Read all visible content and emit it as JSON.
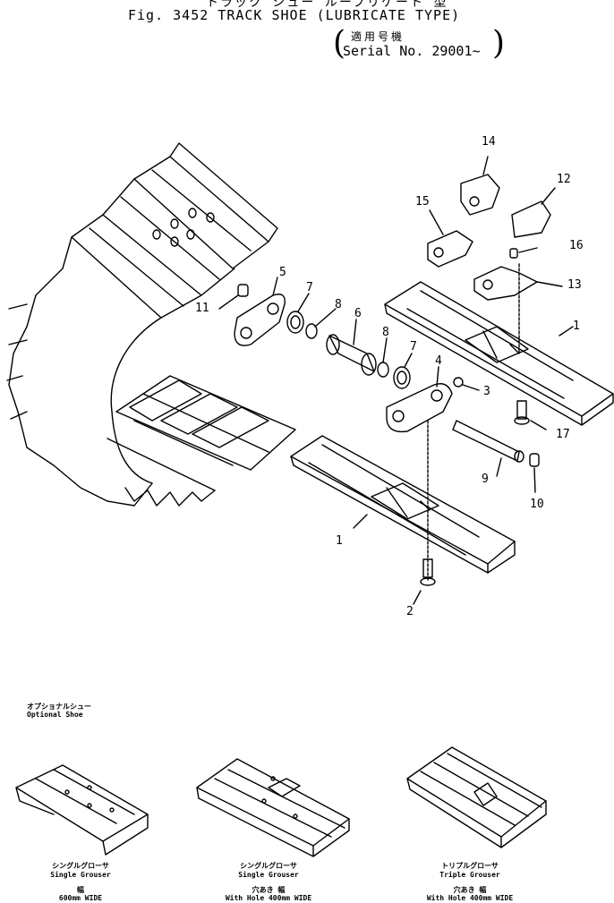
{
  "header": {
    "title_jp": "トラック シュー ルーブリケート 型",
    "title": "Fig. 3452  TRACK SHOE (LUBRICATE TYPE)",
    "serial_jp": "適用号機",
    "serial": "Serial No. 29001~"
  },
  "callouts": [
    {
      "id": "c1a",
      "text": "1"
    },
    {
      "id": "c1b",
      "text": "1"
    },
    {
      "id": "c2",
      "text": "2"
    },
    {
      "id": "c3",
      "text": "3"
    },
    {
      "id": "c4",
      "text": "4"
    },
    {
      "id": "c5",
      "text": "5"
    },
    {
      "id": "c6",
      "text": "6"
    },
    {
      "id": "c7a",
      "text": "7"
    },
    {
      "id": "c7b",
      "text": "7"
    },
    {
      "id": "c8a",
      "text": "8"
    },
    {
      "id": "c8b",
      "text": "8"
    },
    {
      "id": "c9",
      "text": "9"
    },
    {
      "id": "c10",
      "text": "10"
    },
    {
      "id": "c11",
      "text": "11"
    },
    {
      "id": "c12",
      "text": "12"
    },
    {
      "id": "c13",
      "text": "13"
    },
    {
      "id": "c14",
      "text": "14"
    },
    {
      "id": "c15",
      "text": "15"
    },
    {
      "id": "c16",
      "text": "16"
    },
    {
      "id": "c17",
      "text": "17"
    }
  ],
  "optional": {
    "label_jp": "オプショナルシュー",
    "label": "Optional Shoe",
    "shoes": [
      {
        "name_jp": "シングルグローサ",
        "name": "Single Grouser",
        "spec_jp": "幅",
        "spec": "600mm WIDE"
      },
      {
        "name_jp": "シングルグローサ",
        "name": "Single Grouser",
        "spec_jp": "穴あき 幅",
        "spec": "With Hole 400mm WIDE"
      },
      {
        "name_jp": "トリプルグローサ",
        "name": "Triple Grouser",
        "spec_jp": "穴あき 幅",
        "spec": "With Hole 400mm WIDE"
      }
    ]
  }
}
